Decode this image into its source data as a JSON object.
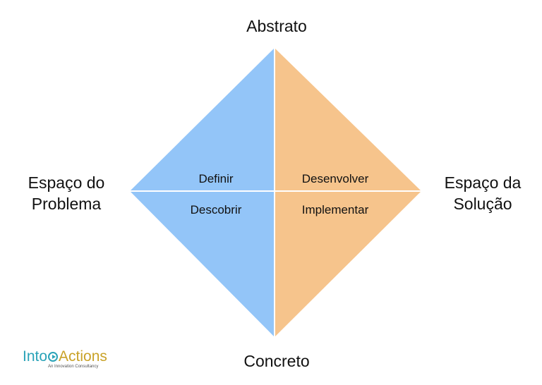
{
  "diagram": {
    "axis": {
      "top": "Abstrato",
      "bottom": "Concreto",
      "left_line1": "Espaço do",
      "left_line2": "Problema",
      "right_line1": "Espaço da",
      "right_line2": "Solução"
    },
    "quadrants": {
      "top_left": "Definir",
      "bottom_left": "Descobrir",
      "top_right": "Desenvolver",
      "bottom_right": "Implementar"
    },
    "colors": {
      "problem_space": "#93c5f8",
      "solution_space": "#f6c48c",
      "divider": "#ffffff"
    }
  },
  "logo": {
    "into": "Into",
    "actions": "Actions",
    "tagline": "An Innovation Consultancy"
  }
}
